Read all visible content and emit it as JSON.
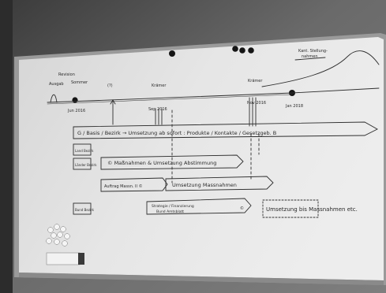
{
  "board": {
    "top_right_note": [
      "Kant. Stellung-",
      "nahmen"
    ],
    "left_top_labels": [
      "Revision",
      "Ausgab",
      "Sommer"
    ],
    "date_jun": "Jun 2016",
    "bracket_label": "(?)",
    "phase_labels": [
      "Krämer",
      "Krämer"
    ],
    "date_sep": "Sep 2016",
    "date_nov": "Nov 2016",
    "date_jan": "Jan 2018",
    "row_main": "G / Basis / Bezirk →   Umsetzung ab sofort : Produkte / Kontakte / Gesetzgeb. B",
    "row_side_labels": [
      "Land Bezirk",
      "Länder Bezirk",
      "Bund Bezirk"
    ],
    "row_massnahmen": "©  Maßnahmen & Umsetzung  Abstimmung",
    "row_auftrag": "Auftrag Massn. II ©",
    "row_umsetzung": "Umsetzung Massnahmen",
    "row_strategie": [
      "Strategie / Finanzierung",
      "Bund Amtsblatt"
    ],
    "row_strategie_mark": "©",
    "row_last_right": "Umsetzung  bis Massnahmen etc."
  }
}
